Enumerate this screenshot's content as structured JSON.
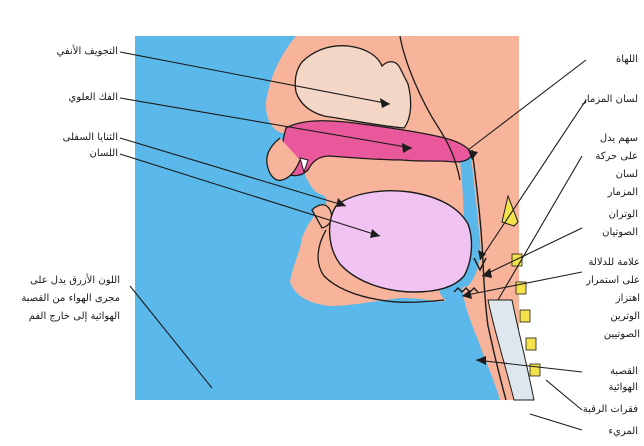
{
  "labels": {
    "nasal_cavity": "التجويف الأنفي",
    "hard_palate": "الفك العلوي",
    "lower_incisors": "الثنايا السفلى",
    "tongue": "اللسان",
    "blue_note": "اللون الأزرق يدل على مجرى الهواء من القصبة الهوائية إلى خارج الفم",
    "uvula": "اللهاة",
    "epiglottis": "لسان المزمار",
    "arrow_note": "سهم يدل على حركة لسان المزمار",
    "vocal_cords": "الوتران الصوتيان",
    "vibration_note": "علامة للدلالة على استمرار اهتزاز الوترين الصوتيين",
    "trachea": "القصبة الهوائية",
    "vertebrae": "فقرات الرقبة",
    "esophagus": "المريء"
  },
  "colors": {
    "airway_blue": "#5bb8ea",
    "tissue_salmon": "#f8b49a",
    "tissue_outline": "#1c1c1c",
    "palate_pink": "#e8589a",
    "tongue_lilac": "#f1c3f2",
    "nasal_beige": "#f3d6c5",
    "epiglottis_yellow": "#f4e24a"
  }
}
